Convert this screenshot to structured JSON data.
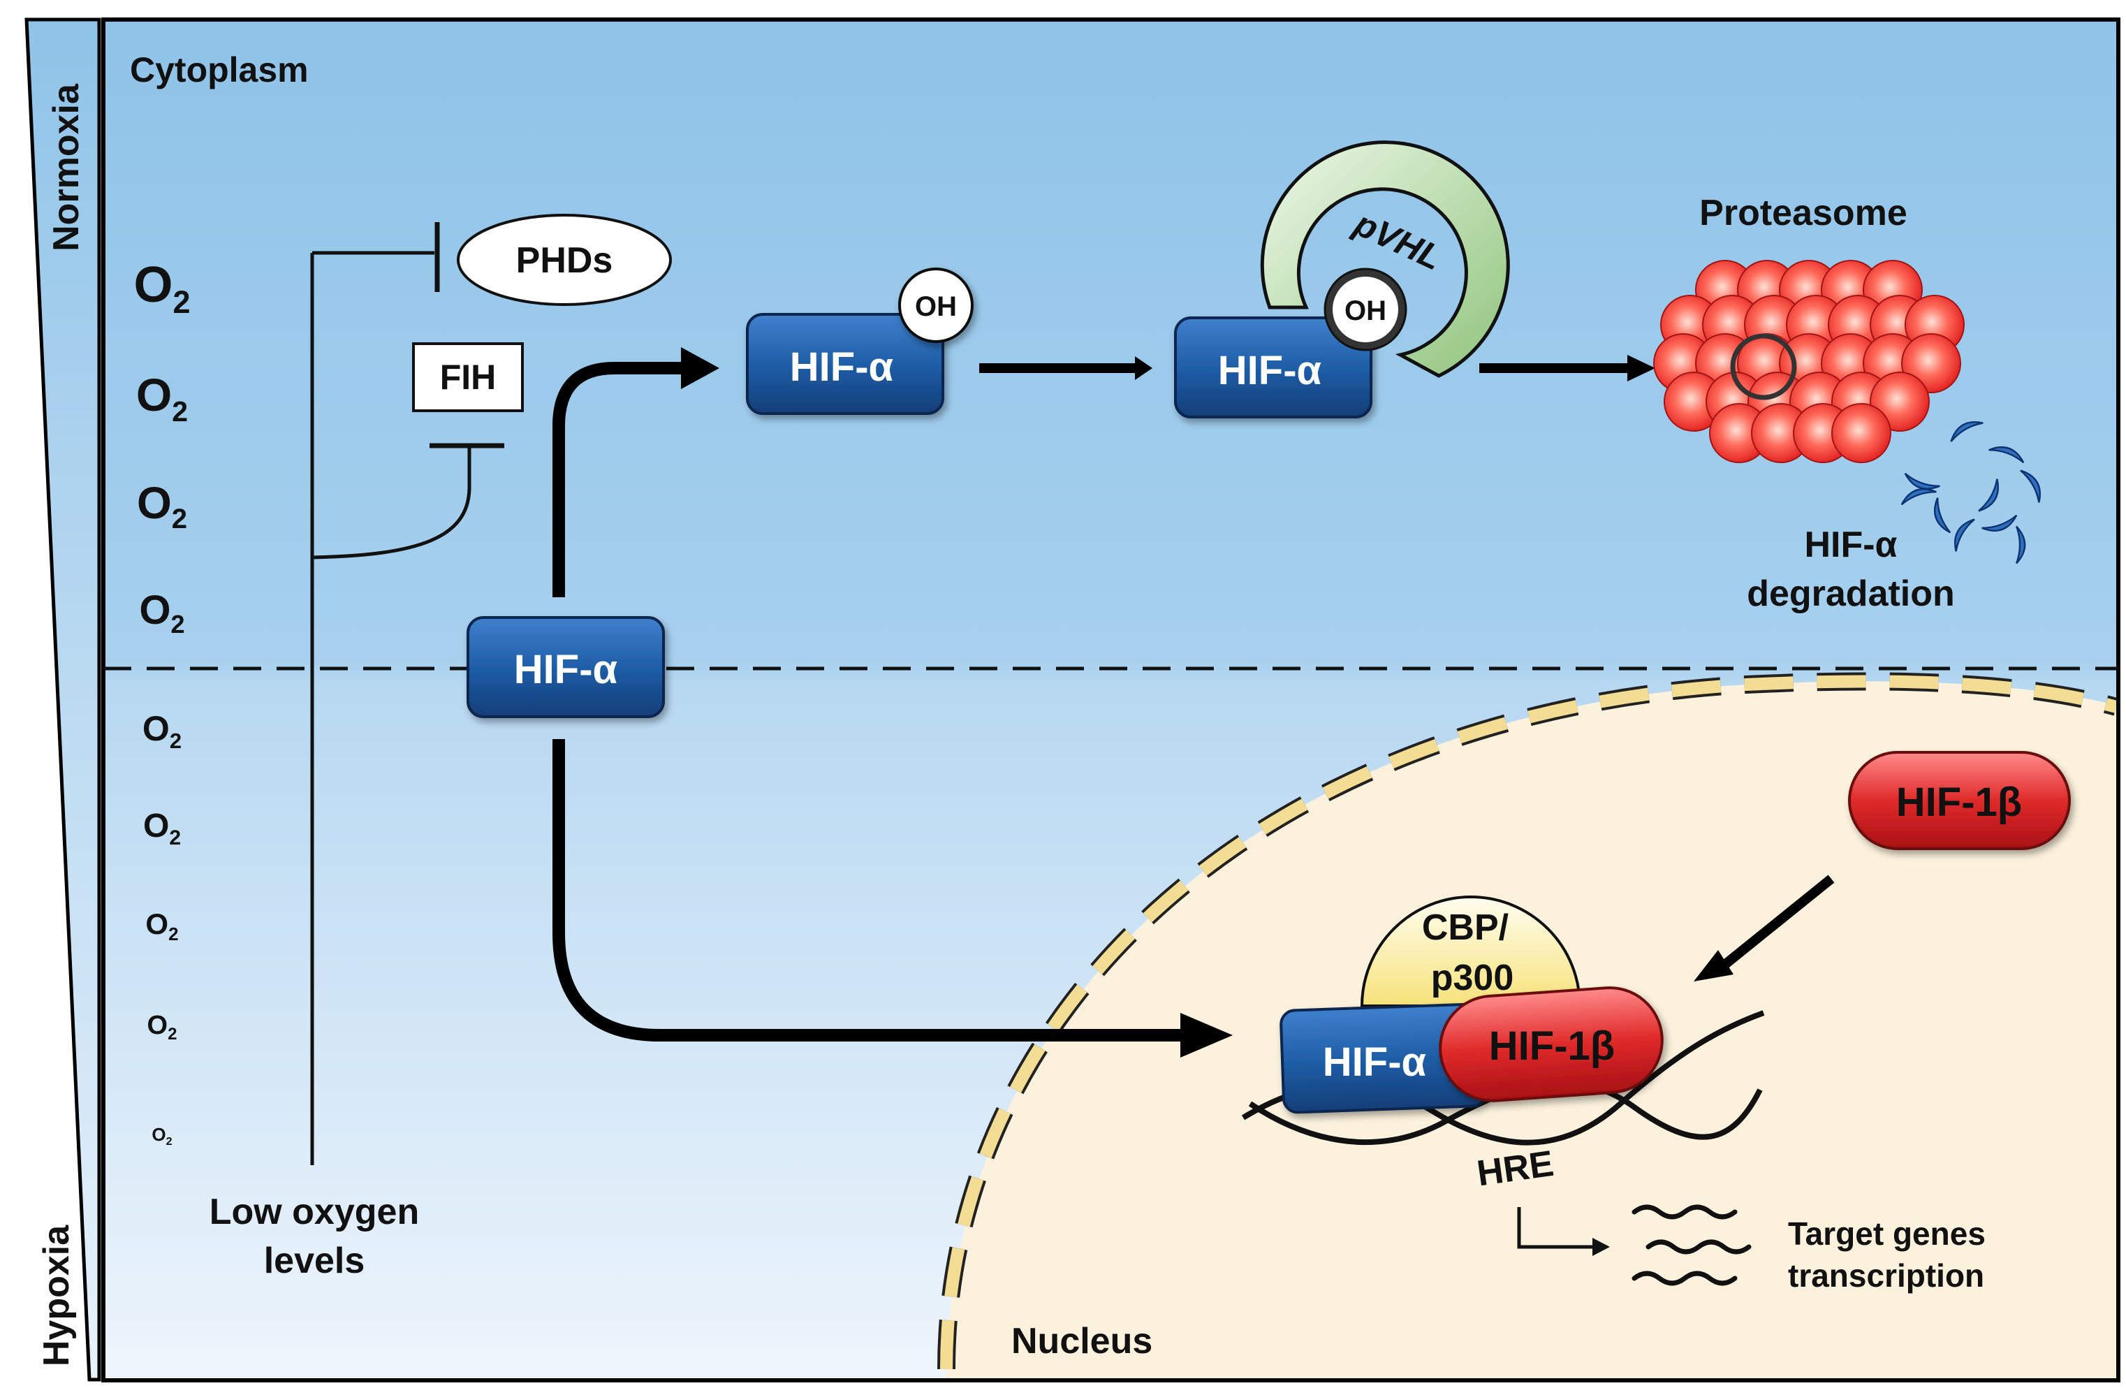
{
  "side_labels": {
    "top": "Normoxia",
    "bottom": "Hypoxia"
  },
  "regions": {
    "cytoplasm": "Cytoplasm",
    "nucleus": "Nucleus"
  },
  "oxygen_labels": [
    {
      "base": "O",
      "sub": "2"
    },
    {
      "base": "O",
      "sub": "2"
    },
    {
      "base": "O",
      "sub": "2"
    },
    {
      "base": "O",
      "sub": "2"
    },
    {
      "base": "O",
      "sub": "2"
    },
    {
      "base": "O",
      "sub": "2"
    },
    {
      "base": "O",
      "sub": "2"
    },
    {
      "base": "O",
      "sub": "2"
    },
    {
      "base": "O",
      "sub": "2"
    }
  ],
  "low_oxygen": {
    "line1": "Low oxygen",
    "line2": "levels"
  },
  "enzymes": {
    "phds": "PHDs",
    "fih": "FIH",
    "pvhl": "pVHL",
    "oh": "OH"
  },
  "proteins": {
    "hif_alpha": "HIF-α",
    "hif_1beta": "HIF-1β",
    "cbp_line1": "CBP/",
    "cbp_line2": "p300"
  },
  "proteasome": {
    "label": "Proteasome"
  },
  "degradation": {
    "line1": "HIF-α",
    "line2": "degradation"
  },
  "dna": {
    "hre": "HRE"
  },
  "target": {
    "line1": "Target genes",
    "line2": "transcription"
  },
  "colors": {
    "cytoplasm_top": "#8fc3e8",
    "cytoplasm_bottom": "#eef5fc",
    "nucleus_fill": "#fbf1dc",
    "nuclear_envelope": "#f3dc93",
    "hif_alpha": "#1f5ea8",
    "hif_1beta": "#d41d24",
    "cbp_p300": "#fdf3b0",
    "pvhl": "#a9d49a",
    "proteasome": "#ff4d4d"
  }
}
